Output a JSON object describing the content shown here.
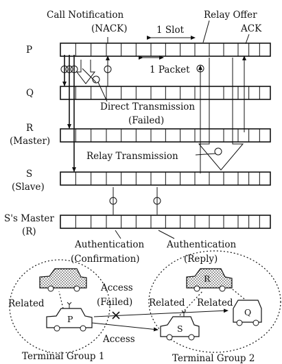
{
  "annotations": {
    "call_notification": "Call Notification",
    "nack": "(NACK)",
    "one_slot": "1 Slot",
    "relay_offer": "Relay Offer",
    "ack": "ACK",
    "one_packet": "1 Packet",
    "direct_transmission": "Direct Transmission",
    "failed": "(Failed)",
    "relay_transmission": "Relay Transmission",
    "authentication_left": "Authentication",
    "confirmation": "(Confirmation)",
    "authentication_right": "Authentication",
    "reply": "(Reply)"
  },
  "rows": [
    {
      "id": "p",
      "label": "P",
      "sublabel": ""
    },
    {
      "id": "q",
      "label": "Q",
      "sublabel": ""
    },
    {
      "id": "r",
      "label": "R",
      "sublabel": "(Master)"
    },
    {
      "id": "s",
      "label": "S",
      "sublabel": "(Slave)"
    },
    {
      "id": "sm",
      "label": "S's Master",
      "sublabel": "(R)"
    }
  ],
  "network": {
    "related_left": "Related",
    "access_failed": "Access",
    "access_failed_sub": "(Failed)",
    "access": "Access",
    "related_mid": "Related",
    "related_right": "Related",
    "car_p": "P",
    "car_r": "R",
    "car_s": "S",
    "car_q": "Q",
    "group1": "Terminal Group 1",
    "group2": "Terminal Group 2"
  }
}
